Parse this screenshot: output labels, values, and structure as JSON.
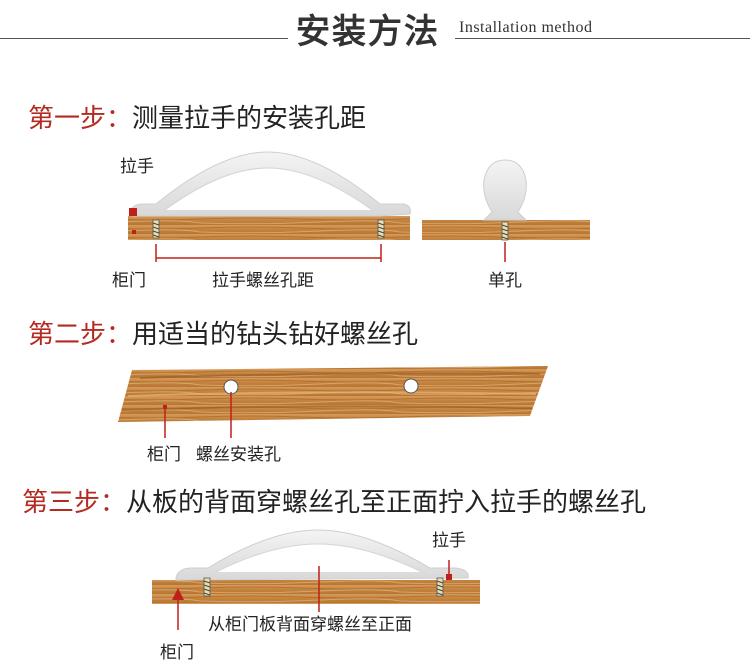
{
  "header": {
    "title": "安装方法",
    "subtitle": "Installation method"
  },
  "steps": [
    {
      "label": "第一步：",
      "text": "测量拉手的安装孔距",
      "labels": {
        "handle": "拉手",
        "door": "柜门",
        "hole_spacing": "拉手螺丝孔距",
        "single_hole": "单孔"
      }
    },
    {
      "label": "第二步：",
      "text": "用适当的钻头钻好螺丝孔",
      "labels": {
        "door": "柜门",
        "screw_holes": "螺丝安装孔"
      }
    },
    {
      "label": "第三步：",
      "text": "从板的背面穿螺丝孔至正面拧入拉手的螺丝孔",
      "labels": {
        "handle": "拉手",
        "through_back": "从柜门板背面穿螺丝至正面",
        "door": "柜门"
      }
    }
  ],
  "colors": {
    "step_label": "#b42a22",
    "wood": "#c98a4a",
    "handle": "#e9e9e9",
    "marker": "#c0201a"
  }
}
